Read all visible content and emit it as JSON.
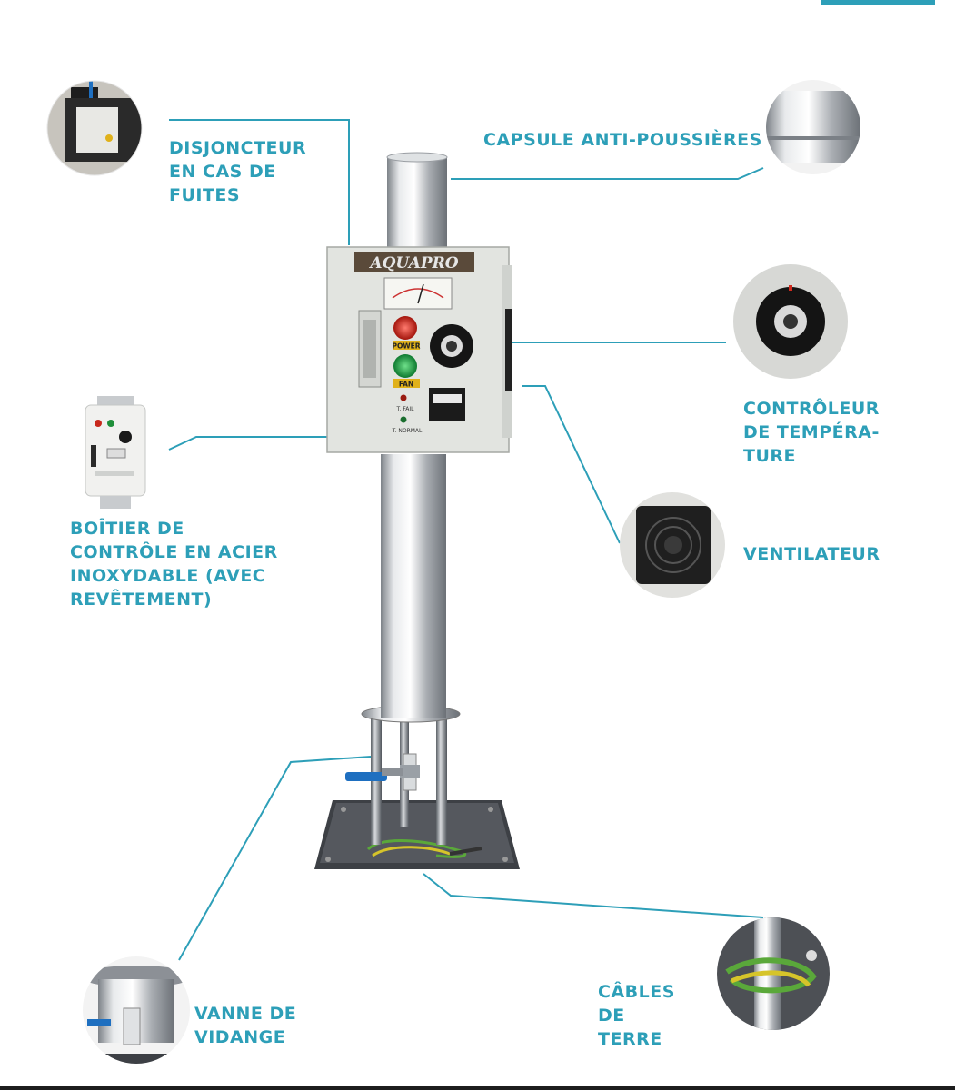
{
  "colors": {
    "accent": "#2d9fb8",
    "steel": "#c4c8cc",
    "panel": "#e2e4e0",
    "dark": "#1d1d1d"
  },
  "labels": {
    "disjoncteur": [
      "DISJONCTEUR",
      "EN CAS DE",
      "FUITES"
    ],
    "capsule": [
      "CAPSULE ANTI-POUSSIÈRES"
    ],
    "controleur": [
      "CONTRÔLEUR",
      "DE TEMPÉRA-",
      "TURE"
    ],
    "boitier": [
      "BOÎTIER DE",
      "CONTRÔLE EN ACIER",
      "INOXYDABLE (AVEC",
      "REVÊTEMENT)"
    ],
    "ventilateur": [
      "VENTILATEUR"
    ],
    "vanne": [
      "VANNE DE",
      "VIDANGE"
    ],
    "cables": [
      "CÂBLES",
      "DE",
      "TERRE"
    ]
  },
  "device": {
    "brand": "AQUAPRO",
    "power_label": "POWER",
    "fan_label": "FAN",
    "led1_label": "T. FAIL",
    "led2_label": "T. NORMAL"
  }
}
